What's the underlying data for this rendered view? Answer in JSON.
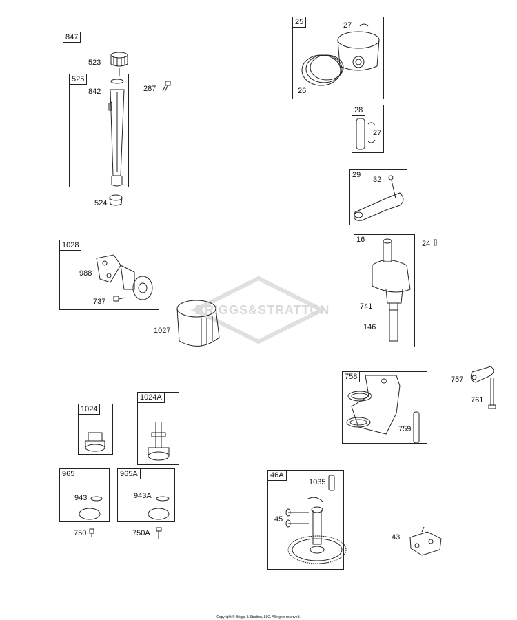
{
  "boxes": {
    "b847": "847",
    "b525": "525",
    "b25": "25",
    "b28": "28",
    "b29": "29",
    "b16": "16",
    "b1028": "1028",
    "b758": "758",
    "b1024": "1024",
    "b1024a": "1024A",
    "b965": "965",
    "b965a": "965A",
    "b46a": "46A"
  },
  "labels": {
    "p523": "523",
    "p842": "842",
    "p287": "287",
    "p524": "524",
    "p27a": "27",
    "p26": "26",
    "p27b": "27",
    "p32": "32",
    "p24": "24",
    "p741": "741",
    "p146": "146",
    "p988": "988",
    "p737": "737",
    "p1027": "1027",
    "p757": "757",
    "p761": "761",
    "p759": "759",
    "p943": "943",
    "p943a": "943A",
    "p750": "750",
    "p750a": "750A",
    "p1035": "1035",
    "p45": "45",
    "p43": "43"
  },
  "watermark": "BRIGGS&STRATTON",
  "copyright": "Copyright © Briggs & Stratton, LLC. All rights reserved."
}
